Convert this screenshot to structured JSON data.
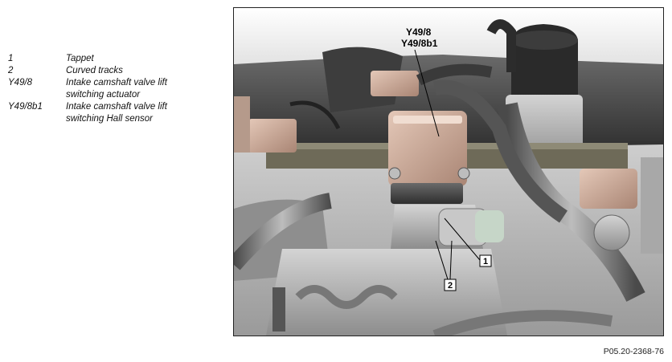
{
  "legend": [
    {
      "key": "1",
      "text_lines": [
        "Tappet"
      ]
    },
    {
      "key": "2",
      "text_lines": [
        "Curved tracks"
      ]
    },
    {
      "key": "Y49/8",
      "text_lines": [
        "Intake camshaft valve lift",
        "switching actuator"
      ]
    },
    {
      "key": "Y49/8b1",
      "text_lines": [
        "Intake camshaft valve lift",
        "switching Hall sensor"
      ]
    }
  ],
  "figure": {
    "top_label_1": "Y49/8",
    "top_label_2": "Y49/8b1",
    "callout_1": "1",
    "callout_2": "2"
  },
  "reference": "P05.20-2368-76"
}
